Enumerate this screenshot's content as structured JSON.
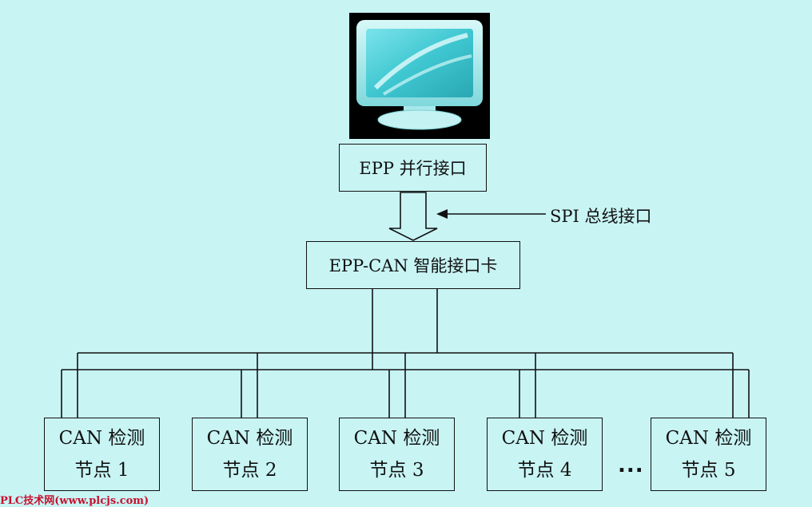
{
  "diagram": {
    "epp_port_label": "EPP 并行接口",
    "spi_label": "SPI 总线接口",
    "card_label": "EPP-CAN 智能接口卡",
    "nodes": [
      {
        "line1": "CAN 检测",
        "line2": "节点 1"
      },
      {
        "line1": "CAN 检测",
        "line2": "节点 2"
      },
      {
        "line1": "CAN 检测",
        "line2": "节点 3"
      },
      {
        "line1": "CAN 检测",
        "line2": "节点 4"
      },
      {
        "line1": "CAN 检测",
        "line2": "节点 5"
      }
    ],
    "ellipsis": "...",
    "watermark": "PLC技术网(www.plcjs.com)"
  },
  "colors": {
    "background": "#c8f4f4",
    "line": "#111111",
    "watermark": "#c8102e"
  },
  "icons": {
    "computer": "monitor-icon"
  }
}
